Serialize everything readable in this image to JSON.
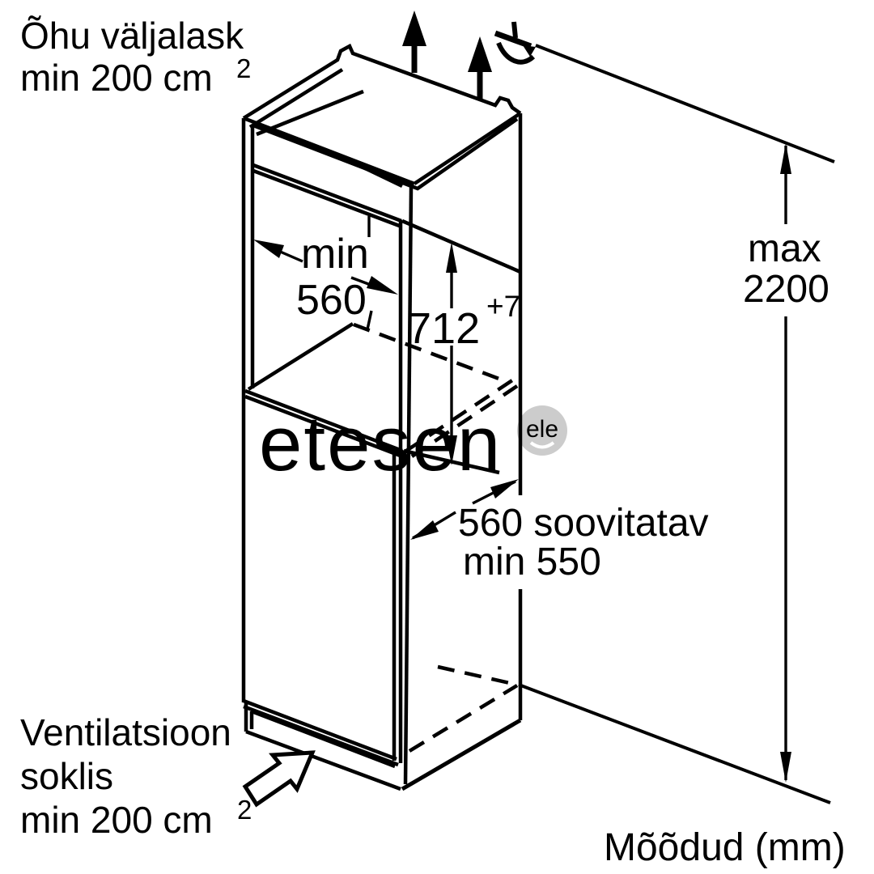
{
  "diagram": {
    "labels": {
      "air_outlet_line1": "Õhu väljalask",
      "air_outlet_line2": "min 200 cm",
      "air_outlet_sup": "2",
      "niche_width_line1": "min",
      "niche_width_line2": "560",
      "niche_height_value": "712",
      "niche_height_tolerance": "+7",
      "max_height_line1": "max",
      "max_height_line2": "2200",
      "depth_line1": "560 soovitatav",
      "depth_line2": "min 550",
      "ventilation_line1": "Ventilatsioon",
      "ventilation_line2": "soklis",
      "ventilation_line3": "min 200 cm",
      "ventilation_sup": "2",
      "units": "Mõõdud (mm)"
    },
    "watermark": {
      "text": "etesen",
      "badge_text": "ele"
    },
    "colors": {
      "line": "#000000",
      "background": "#ffffff",
      "watermark": "#cccccc",
      "badge": "#cccccc",
      "badge_text": "#ffffff"
    }
  }
}
